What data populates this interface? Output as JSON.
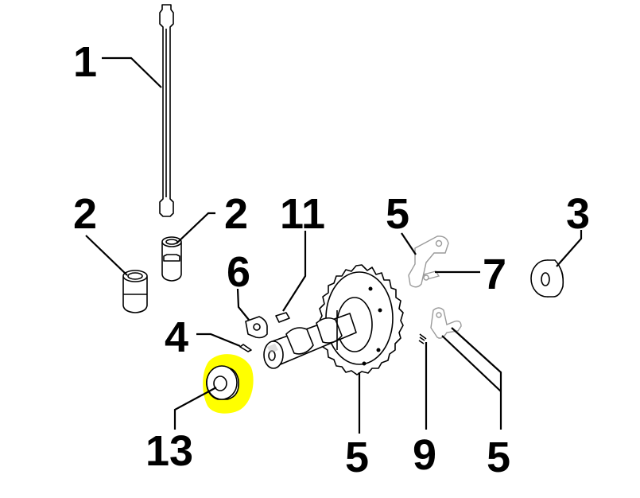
{
  "callouts": [
    {
      "id": "c1",
      "label": "1"
    },
    {
      "id": "c2a",
      "label": "2"
    },
    {
      "id": "c2b",
      "label": "2"
    },
    {
      "id": "c11",
      "label": "11"
    },
    {
      "id": "c5a",
      "label": "5"
    },
    {
      "id": "c3",
      "label": "3"
    },
    {
      "id": "c6",
      "label": "6"
    },
    {
      "id": "c7",
      "label": "7"
    },
    {
      "id": "c4",
      "label": "4"
    },
    {
      "id": "c13",
      "label": "13"
    },
    {
      "id": "c5b",
      "label": "5"
    },
    {
      "id": "c9",
      "label": "9"
    },
    {
      "id": "c5c",
      "label": "5"
    }
  ],
  "highlight": {
    "part": "13",
    "color": "#ffff00"
  },
  "colors": {
    "line": "#000000",
    "background": "#ffffff",
    "highlight": "#ffff00"
  }
}
